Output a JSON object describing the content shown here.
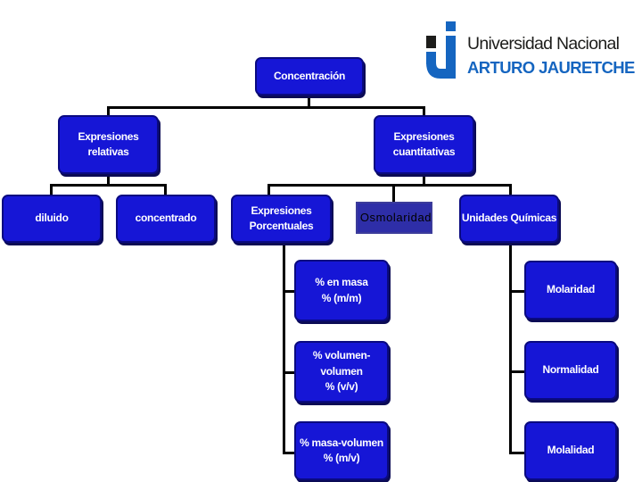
{
  "logo": {
    "line1": "Universidad Nacional",
    "line2": "ARTURO JAURETCHE"
  },
  "diagram": {
    "root": "Concentración",
    "relativas": "Expresiones\nrelativas",
    "cuantitativas": "Expresiones\ncuantitativas",
    "diluido": "diluido",
    "concentrado": "concentrado",
    "porcentuales": "Expresiones\nPorcentuales",
    "osmolaridad": "Osmolaridad",
    "unidades_quimicas": "Unidades Químicas",
    "masa_masa": "% en masa\n% (m/m)",
    "vol_vol": "% volumen-volumen\n% (v/v)",
    "masa_vol": "% masa-volumen\n% (m/v)",
    "molaridad": "Molaridad",
    "normalidad": "Normalidad",
    "molalidad": "Molalidad"
  },
  "colors": {
    "box_fill": "#1616d6",
    "logo_blue": "#1565c0",
    "logo_dark": "#1d1d1b"
  }
}
